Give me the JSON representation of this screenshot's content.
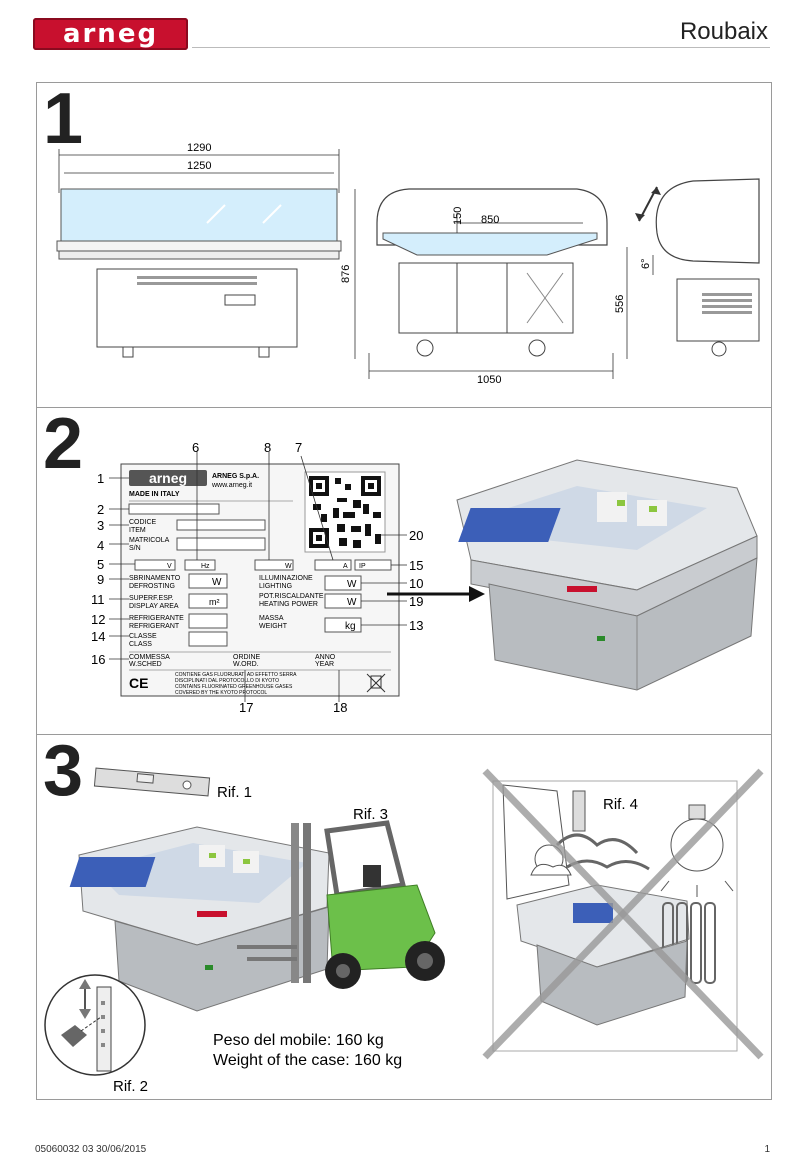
{
  "header": {
    "brand": "arneg",
    "title": "Roubaix"
  },
  "section1": {
    "number": "1",
    "dims": {
      "d1290": "1290",
      "d1250": "1250",
      "d876": "876",
      "d150": "150",
      "d850": "850",
      "d1050": "1050",
      "d556": "556",
      "d6deg": "6°"
    }
  },
  "section2": {
    "number": "2",
    "callouts": [
      "1",
      "2",
      "3",
      "4",
      "5",
      "9",
      "11",
      "12",
      "14",
      "16",
      "6",
      "8",
      "7",
      "20",
      "15",
      "10",
      "19",
      "13",
      "17",
      "18"
    ],
    "plate": {
      "brand": "arneg",
      "company": "ARNEG S.p.A.",
      "website": "www.arneg.it",
      "made_in": "MADE IN ITALY",
      "codice": "CODICE",
      "item": "ITEM",
      "matricola": "MATRICOLA",
      "sn": "S/N",
      "unit_v": "V",
      "unit_hz": "Hz",
      "unit_w": "W",
      "unit_a": "A",
      "unit_ip": "IP",
      "sbrinamento": "SBRINAMENTO",
      "defrosting": "DEFROSTING",
      "superf": "SUPERF.ESP.",
      "display_area": "DISPLAY AREA",
      "unit_m2": "m²",
      "refrigerante": "REFRIGERANTE",
      "refrigerant": "REFRIGERANT",
      "classe": "CLASSE",
      "class": "CLASS",
      "illuminazione": "ILLUMINAZIONE",
      "lighting": "LIGHTING",
      "pot_risc": "POT.RISCALDANTE",
      "heating_power": "HEATING POWER",
      "massa": "MASSA",
      "weight": "WEIGHT",
      "unit_kg": "kg",
      "commessa": "COMMESSA",
      "wsched": "W.SCHED",
      "ordine": "ORDINE",
      "word": "W.ORD.",
      "anno": "ANNO",
      "year": "YEAR",
      "gas_line1": "CONTIENE GAS FLUORURATI AD EFFETTO SERRA",
      "gas_line2": "DISCIPLINATI DAL PROTOCOLLO DI KYOTO",
      "gas_line3": "CONTAINS FLUORINATED GREENHOUSE GASES",
      "gas_line4": "COVERED BY THE KYOTO PROTOCOL",
      "ce": "CE"
    }
  },
  "section3": {
    "number": "3",
    "rif1": "Rif. 1",
    "rif2": "Rif. 2",
    "rif3": "Rif. 3",
    "rif4": "Rif. 4",
    "weight_it": "Peso del mobile: 160 kg",
    "weight_en": "Weight of the case: 160 kg"
  },
  "footer": {
    "code": "05060032  03  30/06/2015",
    "page": "1"
  }
}
